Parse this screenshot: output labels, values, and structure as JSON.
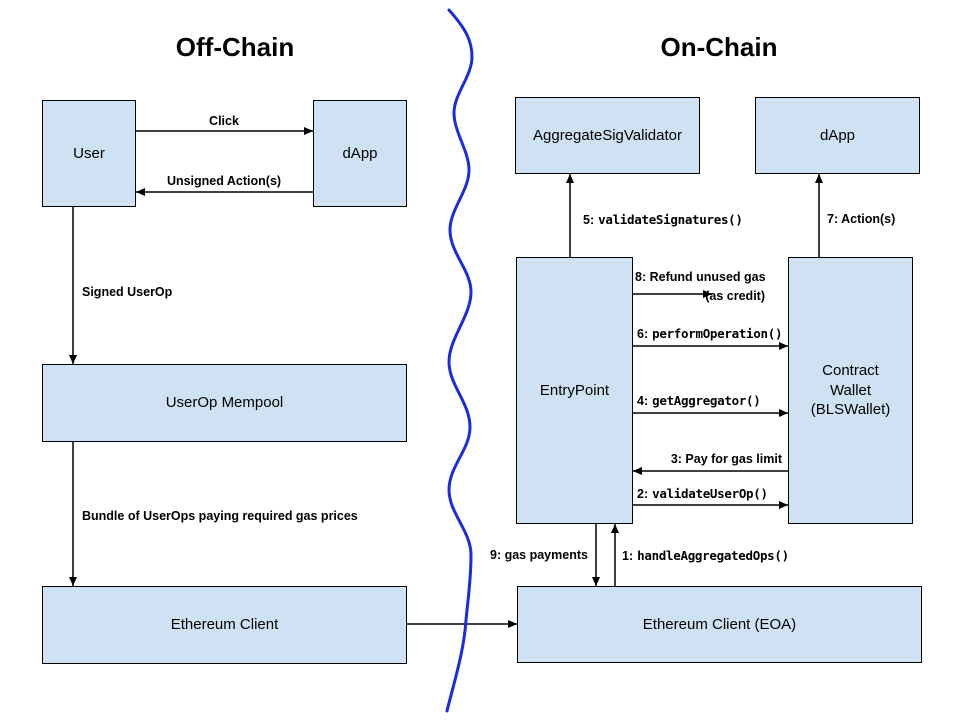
{
  "titles": {
    "offchain": "Off-Chain",
    "onchain": "On-Chain"
  },
  "boxes": {
    "user": {
      "label": "User"
    },
    "dapp_offchain": {
      "label": "dApp"
    },
    "userop_mempool": {
      "label": "UserOp Mempool"
    },
    "ethereum_client": {
      "label": "Ethereum Client"
    },
    "aggregate_sig_validator": {
      "label": "AggregateSigValidator"
    },
    "dapp_onchain": {
      "label": "dApp"
    },
    "entrypoint": {
      "label": "EntryPoint"
    },
    "contract_wallet": {
      "label": "Contract\nWallet\n(BLSWallet)"
    },
    "ethereum_client_eoa": {
      "label": "Ethereum Client (EOA)"
    }
  },
  "edges": {
    "click": {
      "label": "Click"
    },
    "unsigned_actions": {
      "label": "Unsigned Action(s)"
    },
    "signed_userop": {
      "label": "Signed UserOp"
    },
    "bundle": {
      "label": "Bundle of UserOps paying required gas prices"
    },
    "step1": {
      "num": "1:",
      "code": "handleAggregatedOps()"
    },
    "step2": {
      "num": "2:",
      "code": "validateUserOp()"
    },
    "step3": {
      "label": "3: Pay for gas limit"
    },
    "step4": {
      "num": "4:",
      "code": "getAggregator()"
    },
    "step5": {
      "num": "5:",
      "code": "validateSignatures()"
    },
    "step6": {
      "num": "6:",
      "code": "performOperation()"
    },
    "step7": {
      "label": "7: Action(s)"
    },
    "step8": {
      "line1": "8: Refund unused gas",
      "line2": "(as credit)"
    },
    "step9": {
      "label": "9: gas payments"
    }
  },
  "colors": {
    "box_fill": "#cfe2f3",
    "box_border": "#000000",
    "arrow": "#000000",
    "divider_blue": "#1c2be0",
    "text": "#000000",
    "background": "#ffffff"
  }
}
